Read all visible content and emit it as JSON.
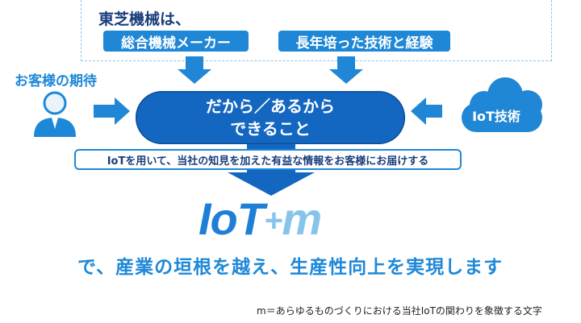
{
  "company": {
    "title": "東芝機械は、",
    "strengths": [
      "総合機械メーカー",
      "長年培った技術と経験"
    ]
  },
  "customer": {
    "label": "お客様の期待",
    "icon": "person-icon"
  },
  "technology": {
    "label": "IoT技術",
    "icon": "cloud-icon"
  },
  "center": {
    "line1": "だから／あるから",
    "line2": "できること"
  },
  "purpose": "IoTを用いて、当社の知見を加えた有益な情報をお客様にお届けする",
  "brand": {
    "iot": "IoT",
    "plus": "+",
    "m": "m"
  },
  "slogan": "で、産業の垣根を越え、生産性向上を実現します",
  "footnote": "m＝あらゆるものづくりにおける当社IoTの関わりを象徴する文字",
  "colors": {
    "dark_blue": "#1467c0",
    "mid_blue": "#1f87d6",
    "light_blue": "#87c4ec",
    "title_navy": "#1a3d7c"
  }
}
